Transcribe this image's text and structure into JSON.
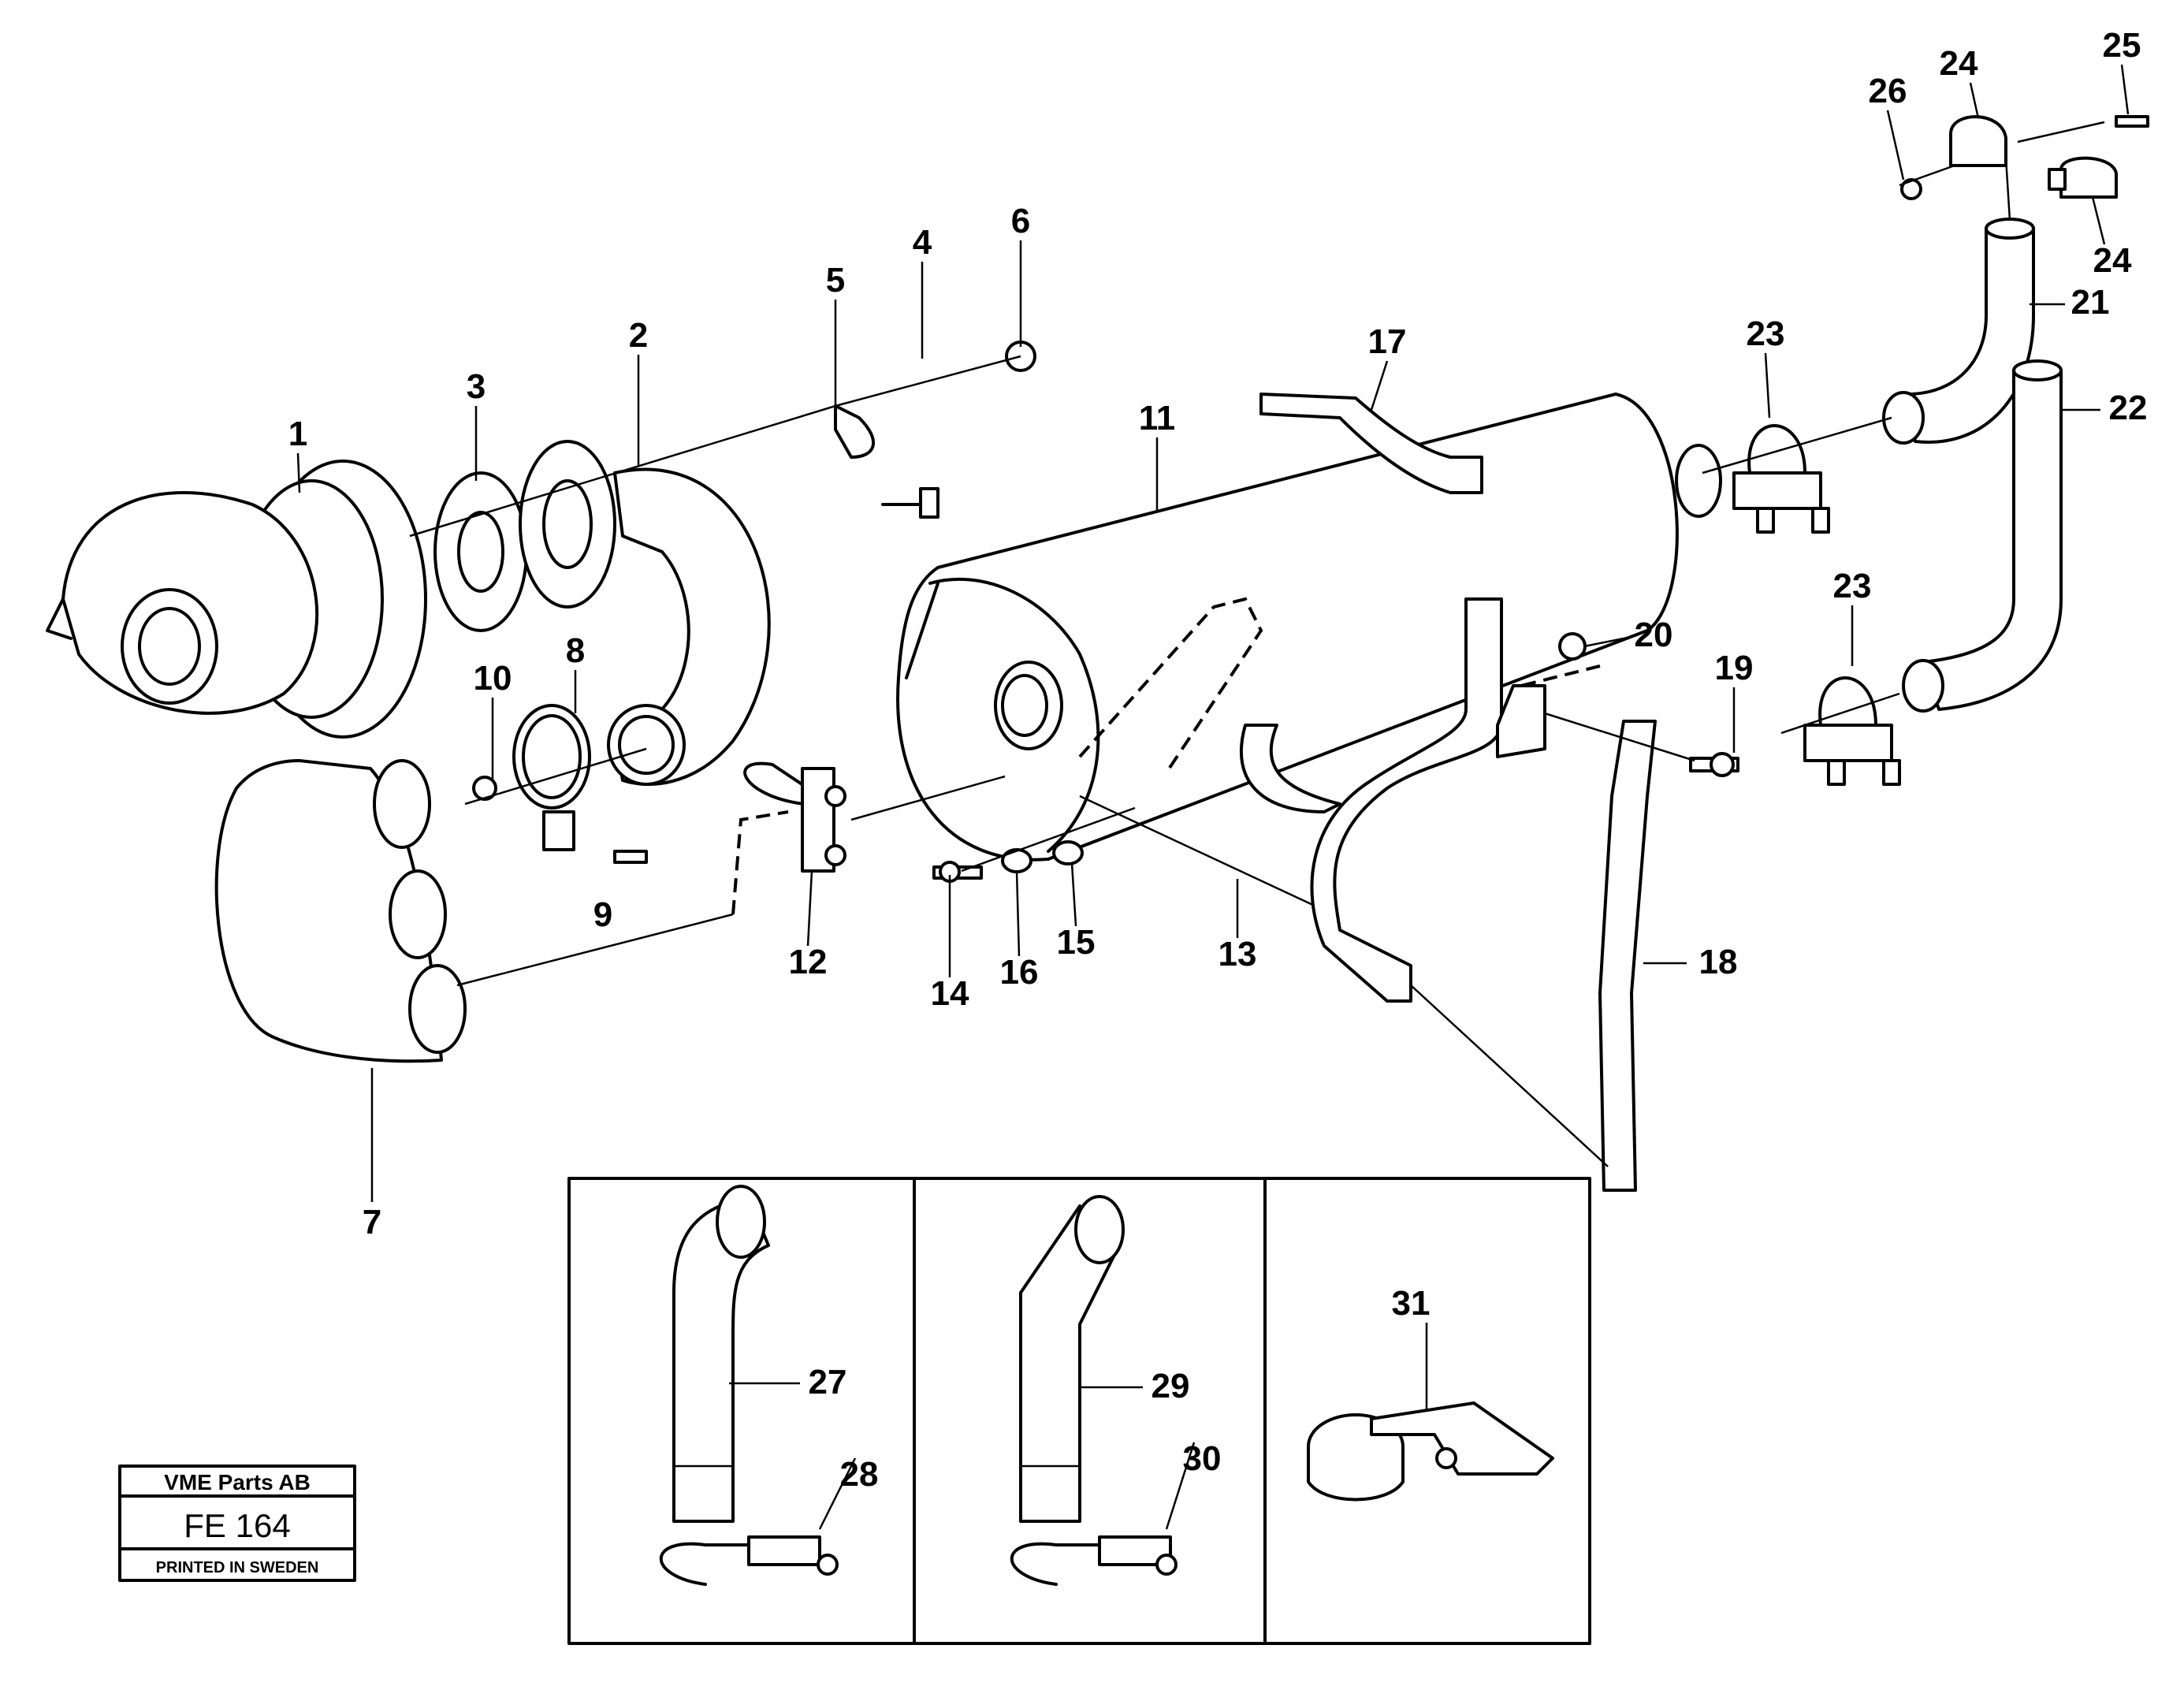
{
  "title_block": {
    "company": "VME Parts AB",
    "code": "FE 164",
    "footer": "PRINTED IN SWEDEN"
  },
  "callouts": [
    "1",
    "2",
    "3",
    "4",
    "5",
    "6",
    "7",
    "8",
    "9",
    "10",
    "11",
    "12",
    "13",
    "14",
    "15",
    "16",
    "17",
    "18",
    "19",
    "20",
    "21",
    "22",
    "23",
    "23",
    "24",
    "24",
    "25",
    "26",
    "27",
    "28",
    "29",
    "30",
    "31"
  ]
}
